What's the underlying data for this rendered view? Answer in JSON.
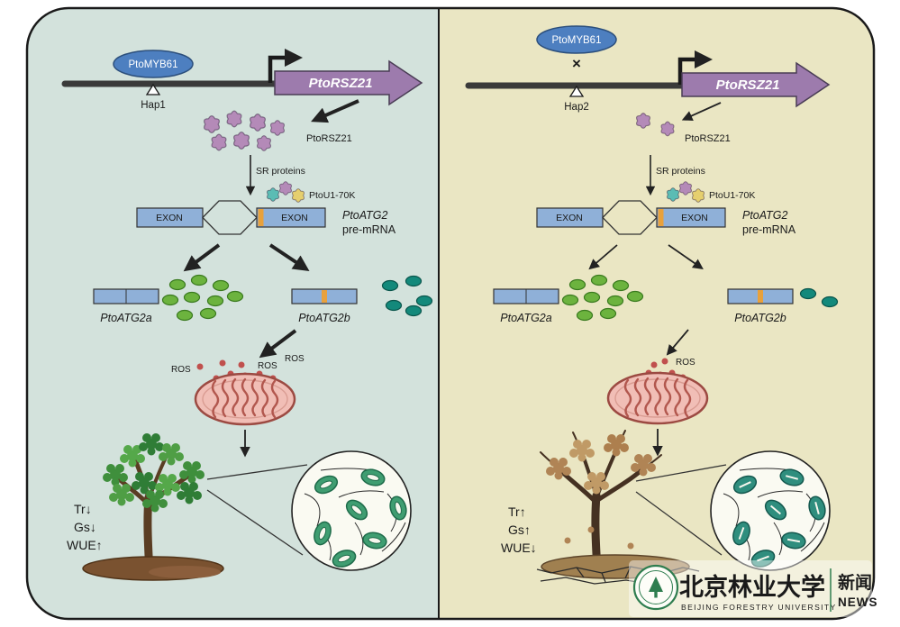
{
  "left": {
    "tf": "PtoMYB61",
    "hap": "Hap1",
    "gene": "PtoRSZ21",
    "protein": "PtoRSZ21",
    "sr": "SR proteins",
    "u1": "PtoU1-70K",
    "exon1": "EXON",
    "exon2": "EXON",
    "pre1": "PtoATG2",
    "pre2": "pre-mRNA",
    "isoa": "PtoATG2a",
    "isob": "PtoATG2b",
    "ros1": "ROS",
    "ros2": "ROS",
    "ros3": "ROS",
    "tr": "Tr↓",
    "gs": "Gs↓",
    "wue": "WUE↑"
  },
  "right": {
    "tf": "PtoMYB61",
    "blocked": "×",
    "hap": "Hap2",
    "gene": "PtoRSZ21",
    "protein": "PtoRSZ21",
    "sr": "SR proteins",
    "u1": "PtoU1-70K",
    "exon1": "EXON",
    "exon2": "EXON",
    "pre1": "PtoATG2",
    "pre2": "pre-mRNA",
    "isoa": "PtoATG2a",
    "isob": "PtoATG2b",
    "ros1": "ROS",
    "tr": "Tr↑",
    "gs": "Gs↑",
    "wue": "WUE↓"
  },
  "logo": {
    "cn": "北京林业大学",
    "en": "BEIJING FORESTRY UNIVERSITY",
    "news_cn": "新闻",
    "news_en": "NEWS"
  },
  "colors": {
    "left_bg": "#d3e2dc",
    "right_bg": "#eae6c3",
    "gene_arrow": "#9d7bad",
    "exon": "#8fb0d8",
    "alt_segment": "#e8a13c",
    "tf_ellipse": "#4d7fc0",
    "protein_blob": "#b48ab8",
    "atg2a_protein": "#6cb33e",
    "atg2b_protein": "#13897b",
    "mitochondria": "#f1beb6",
    "ros": "#c0504d",
    "brand_green": "#2e7d4f"
  }
}
